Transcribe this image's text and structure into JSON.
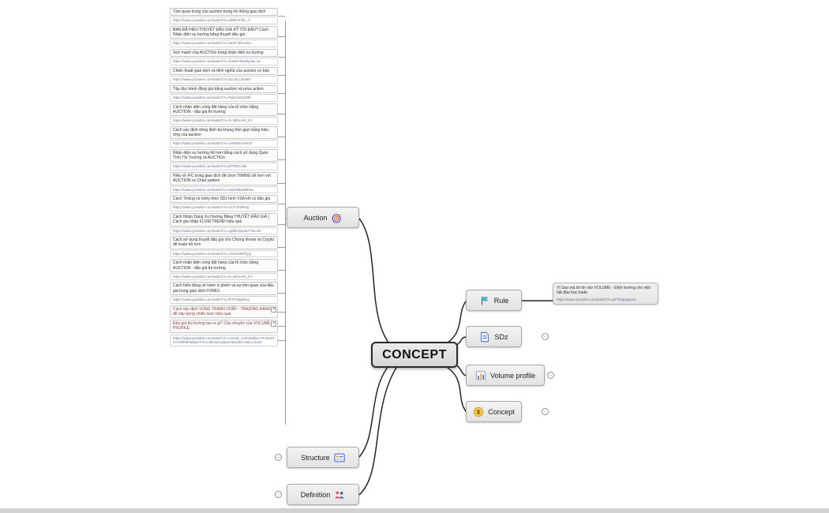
{
  "center": {
    "label": "CONCEPT"
  },
  "branches": {
    "auction": {
      "label": "Auction",
      "icon": "target-icon"
    },
    "structure": {
      "label": "Structure",
      "icon": "structure-icon"
    },
    "definition": {
      "label": "Definition",
      "icon": "people-icon"
    },
    "rule": {
      "label": "Rule",
      "icon": "flag-icon"
    },
    "sdz": {
      "label": "SDz",
      "icon": "document-icon"
    },
    "volume_profile": {
      "label": "Volume profile",
      "icon": "chart-icon"
    },
    "concept_sub": {
      "label": "Concept",
      "icon": "dollar-icon"
    }
  },
  "handles": {
    "glyph": "–"
  },
  "auction_items": [
    {
      "title": "Tầm quan trọng của auction trong hệ thống giao dịch",
      "url": "https://www.youtube.com/watch?v=uhBbYFklL_A"
    },
    {
      "title": "BẠN ĐÃ HIỂU THUYẾT ĐẤU GIÁ KỸ TỚI ĐÂU? Cách Nhận diện xu hướng bằng thuyết đấu giá",
      "url": "https://www.youtube.com/watch?v=bmEYdGV4Uc"
    },
    {
      "title": "Sức mạnh của AUCTIOn trong nhận diện xu hướng",
      "url": "https://www.youtube.com/watch?v=ZoNrIV9sphgc&t=1s"
    },
    {
      "title": "Chiến thuật giao dịch và định nghĩa của auction cơ bản",
      "url": "https://www.youtube.com/watch?v=IZcJxLC6uW4"
    },
    {
      "title": "Tập đọc hành động giá bằng auction và price action",
      "url": "https://www.youtube.com/watch?v=fSjXAusQsZM"
    },
    {
      "title": "Cách nhận diện vùng đặt hàng của tổ chức bằng AUCTION - đấu giá thị trường",
      "url": "https://www.youtube.com/watch?v=N_90nLHN_KY"
    },
    {
      "title": "Cách xác định dòng lệnh đa khung thời gian bằng hiệu ứng của auction",
      "url": "https://www.youtube.com/watch?v=LwMSKUvNC8"
    },
    {
      "title": "Nhận diện xu hướng tốt hơn bằng cách sử dụng Quán Tính Thị Trường và AUCTIOn",
      "url": "https://www.youtube.com/watch?v=jPfTthCJstk"
    },
    {
      "title": "Hiểu về IFC trong giao dịch để chọn TIMING tốt hơn với AUCTION vs Chart pattern",
      "url": "https://www.youtube.com/watch?v=MskWBuMRl2w"
    },
    {
      "title": "Cách Timing và entry theo SDz kèm VSA khi có đấu giá",
      "url": "https://www.youtube.com/watch?v=sC7LIhnlN4g"
    },
    {
      "title": "Cách Nhận Dạng Xu Hướng Bằng THUYẾT ĐẤU GIÁ | Cách gia nhập FLOW TREND hiệu quả",
      "url": "https://www.youtube.com/watch?v=opMho2pxBTY&t=6s"
    },
    {
      "title": "Cách sử dụng thuyết đấu giá cho Chứng khoán và Crypto để trade tốt hơn",
      "url": "https://www.youtube.com/watch?v=rOeGGkNTIjQ"
    },
    {
      "title": "Cách nhận diện vùng đặt hàng của tổ chức bằng AUCTION - đấu giá thị trường",
      "url": "https://www.youtube.com/watch?v=N_90nLHN_KY"
    },
    {
      "title": "Cách hiểu đúng về hành vi phiên và sự liên quan của đấu giá trong giao dịch FOREX",
      "url": "https://www.youtube.com/watch?v=fFTPafg8dXg"
    },
    {
      "title": "Cách xác định VÙNG TRANH CHẤP - TRADING RANGE để xây dựng chiến lược hiệu quả",
      "url": "",
      "link_icon": true,
      "accent": true
    },
    {
      "title": "Đấu giá thị trường tạo ra gì? Câu chuyện của VOLUME PROFILE",
      "url": "",
      "link_icon": true,
      "accent": true
    },
    {
      "title": "",
      "url": "https://www.youtube.com/watch?v=cn2UE_cAPoE&list=PLeW3TwYODh6Pwt8pVTVxVctEVaCxy8cwT&index=6&t=1424s"
    }
  ],
  "rule_child": {
    "title": "Vì Sao mà tôi tin vào VOLUME - Định hướng cho việc bắt đầu học trade",
    "url": "https://www.youtube.com/watch?v=pETEQpQgvZc"
  },
  "colors": {
    "connector": "#252525",
    "tree_line": "#9a9a9a",
    "node_border": "#a9a9a9",
    "url_text": "#64748b",
    "title_text": "#333333",
    "accent_title": "#8a4040"
  }
}
